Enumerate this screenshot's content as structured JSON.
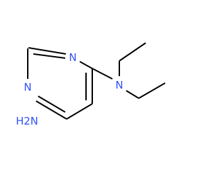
{
  "molecule": {
    "atoms": {
      "n1": {
        "symbol": "N",
        "color": "#3050F8"
      },
      "n3": {
        "symbol": "N",
        "color": "#3050F8"
      },
      "n_amine": {
        "symbol": "N",
        "color": "#3050F8"
      },
      "nh2": {
        "symbol": "H2N",
        "color": "#3050F8"
      }
    },
    "bond_color": "#000000"
  }
}
